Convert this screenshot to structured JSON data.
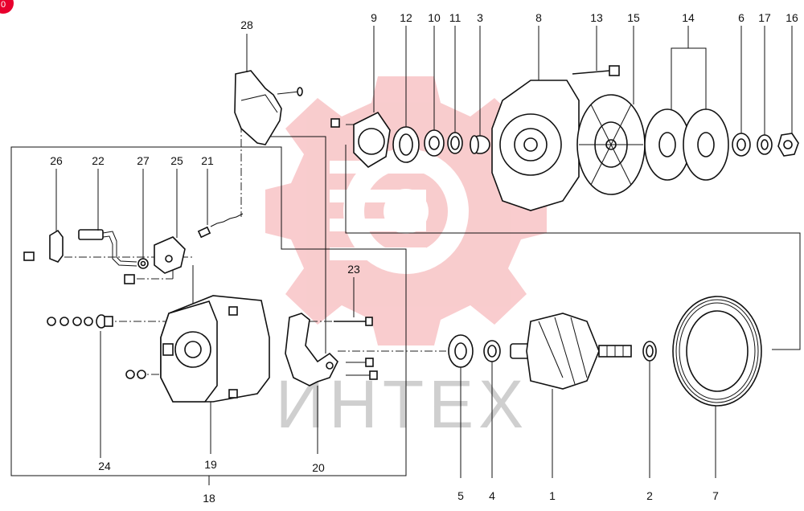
{
  "watermark_text": "ИНТЕХ",
  "corner_badge": "0",
  "colors": {
    "watermark_red": "#f4a3a6",
    "watermark_text": "#cfcfcf",
    "badge": "#e8002d",
    "line": "#111111"
  },
  "labels": {
    "l1": "1",
    "l2": "2",
    "l3": "3",
    "l4": "4",
    "l5": "5",
    "l6": "6",
    "l7": "7",
    "l8": "8",
    "l9": "9",
    "l10": "10",
    "l11": "11",
    "l12": "12",
    "l13": "13",
    "l14": "14",
    "l15": "15",
    "l16": "16",
    "l17": "17",
    "l18": "18",
    "l19": "19",
    "l20": "20",
    "l21": "21",
    "l22": "22",
    "l23": "23",
    "l24": "24",
    "l25": "25",
    "l26": "26",
    "l27": "27",
    "l28": "28"
  }
}
